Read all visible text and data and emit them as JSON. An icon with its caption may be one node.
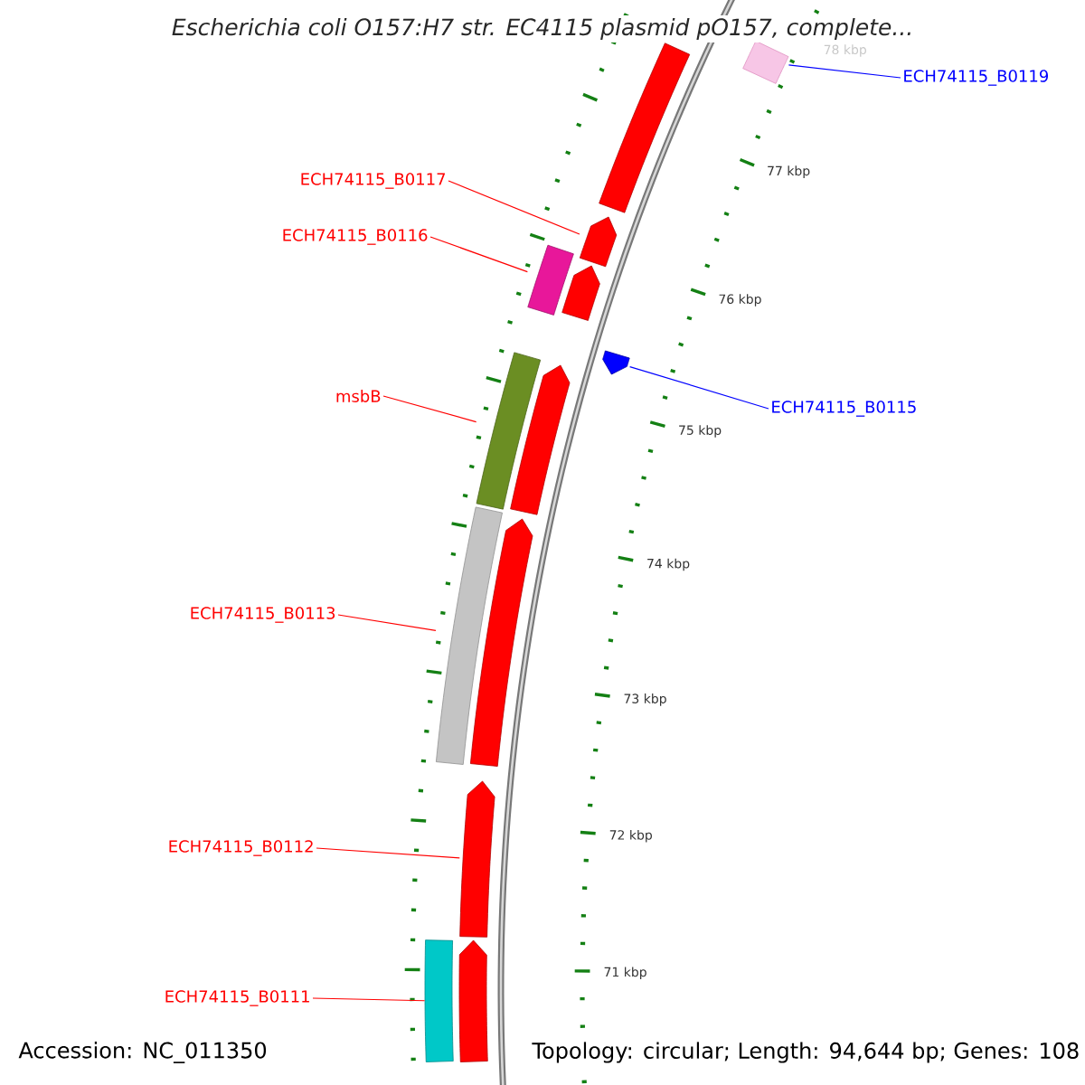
{
  "diagram": {
    "title": "Escherichia coli O157:H7 str. EC4115 plasmid pO157, complete...",
    "nodes": [
      {
        "text": [
          "ECH74115_B0117"
        ]
      },
      {
        "text": [
          "ECH74115_B0116"
        ]
      },
      {
        "text": [
          "msbB"
        ]
      },
      {
        "text": [
          "ECH74115_B0113"
        ]
      },
      {
        "text": [
          "ECH74115_B0112"
        ]
      },
      {
        "text": [
          "ECH74115_B0111"
        ]
      },
      {
        "text": [
          "ECH74115_B0119"
        ]
      },
      {
        "text": [
          "ECH74115_B0115"
        ]
      },
      {
        "text": [],
        "shape": "bar"
      },
      {
        "text": [],
        "shape": "bar"
      },
      {
        "text": [],
        "shape": "arrow"
      },
      {
        "text": [],
        "shape": "bar"
      },
      {
        "text": [],
        "shape": "arrow"
      },
      {
        "text": [],
        "shape": "arrow"
      },
      {
        "text": [],
        "shape": "bar"
      },
      {
        "text": [],
        "shape": "arrow"
      },
      {
        "text": [],
        "shape": "bar"
      },
      {
        "text": [],
        "shape": "arrow"
      },
      {
        "text": [],
        "shape": "arrow"
      },
      {
        "text": [],
        "shape": "bar"
      },
      {
        "text": [],
        "shape": "arrow"
      }
    ],
    "edges": [
      {
        "from": 0,
        "to": 10,
        "arrow": "none"
      },
      {
        "from": 1,
        "to": 11,
        "arrow": "none"
      },
      {
        "from": 2,
        "to": 14,
        "arrow": "none"
      },
      {
        "from": 3,
        "to": 16,
        "arrow": "none"
      },
      {
        "from": 4,
        "to": 18,
        "arrow": "none"
      },
      {
        "from": 5,
        "to": 19,
        "arrow": "none"
      },
      {
        "from": 6,
        "to": 9,
        "arrow": "none",
        "color": "#0000ff"
      },
      {
        "from": 7,
        "to": 13,
        "arrow": "none",
        "color": "#0000ff"
      }
    ],
    "labels": [
      "78 kbp",
      "77 kbp",
      "76 kbp",
      "75 kbp",
      "74 kbp",
      "73 kbp",
      "72 kbp",
      "71 kbp",
      "Accession: NC_011350",
      "Topology: circular; Length: 94,644 bp; Genes: 108"
    ]
  }
}
